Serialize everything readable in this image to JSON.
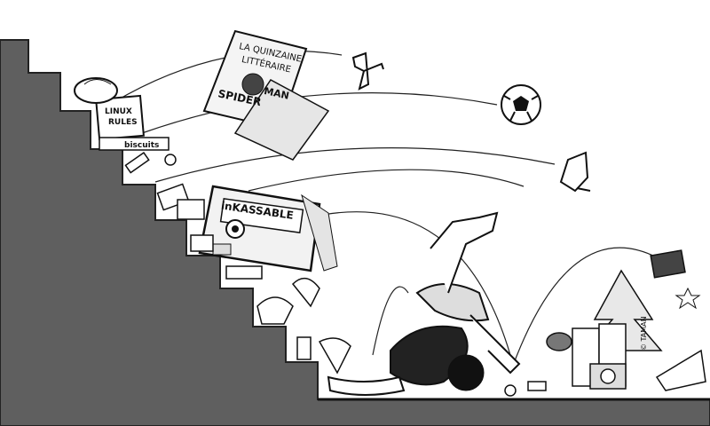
{
  "illustration": {
    "magazine": {
      "line1": "LA QUINZAINE",
      "line2": "LITTÉRAIRE",
      "line3": "SPIDER",
      "line4": "MAN"
    },
    "box_label": "inKASSABLE",
    "book_label_line1": "LINUX",
    "book_label_line2": "RULES",
    "biscuits_label": "biscuits",
    "signature": "© TAMAN"
  }
}
